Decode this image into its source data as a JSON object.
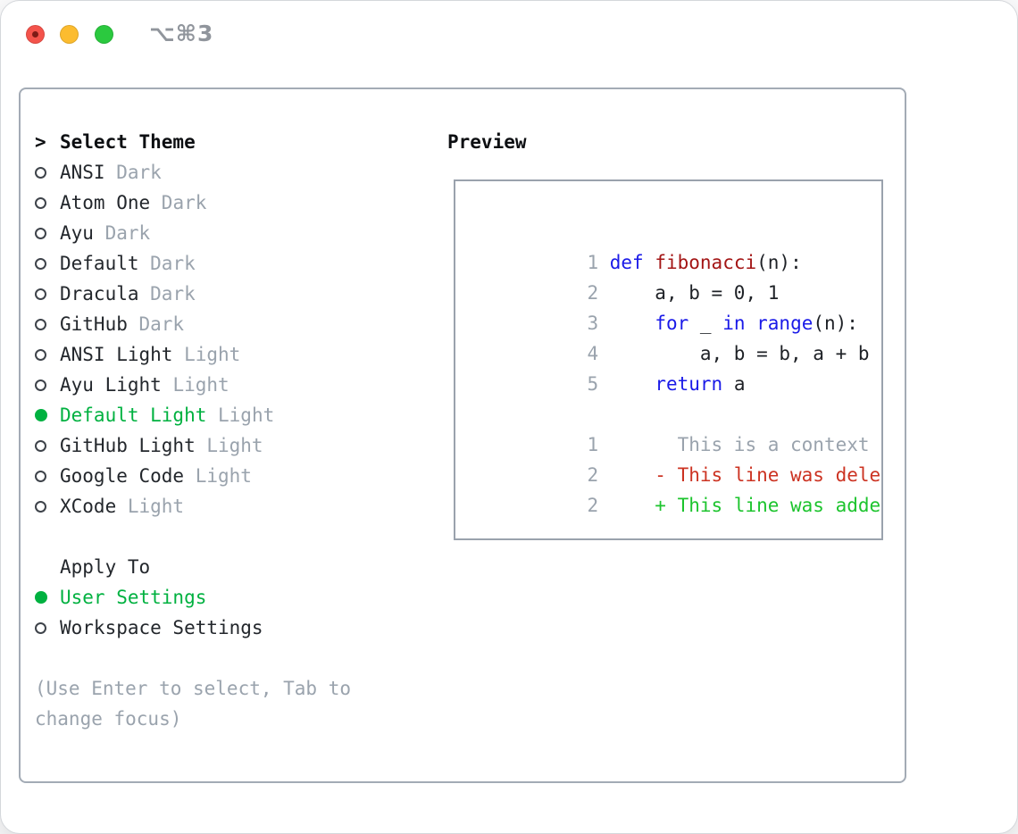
{
  "window": {
    "shortcut": "⌥⌘3"
  },
  "theme_picker": {
    "cursor": ">",
    "title": "Select Theme",
    "items": [
      {
        "name": "ANSI",
        "variant": "Dark",
        "selected": false
      },
      {
        "name": "Atom One",
        "variant": "Dark",
        "selected": false
      },
      {
        "name": "Ayu",
        "variant": "Dark",
        "selected": false
      },
      {
        "name": "Default",
        "variant": "Dark",
        "selected": false
      },
      {
        "name": "Dracula",
        "variant": "Dark",
        "selected": false
      },
      {
        "name": "GitHub",
        "variant": "Dark",
        "selected": false
      },
      {
        "name": "ANSI Light",
        "variant": "Light",
        "selected": false
      },
      {
        "name": "Ayu Light",
        "variant": "Light",
        "selected": false
      },
      {
        "name": "Default Light",
        "variant": "Light",
        "selected": true
      },
      {
        "name": "GitHub Light",
        "variant": "Light",
        "selected": false
      },
      {
        "name": "Google Code",
        "variant": "Light",
        "selected": false
      },
      {
        "name": "XCode",
        "variant": "Light",
        "selected": false
      }
    ],
    "apply_to": {
      "title": "Apply To",
      "options": [
        {
          "name": "User Settings",
          "selected": true
        },
        {
          "name": "Workspace Settings",
          "selected": false
        }
      ]
    },
    "hint": "(Use Enter to select, Tab to change focus)"
  },
  "preview": {
    "title": "Preview",
    "code_lines": [
      {
        "num": "1",
        "tokens": [
          {
            "t": " ",
            "c": "pl"
          },
          {
            "t": "def",
            "c": "kw"
          },
          {
            "t": " ",
            "c": "pl"
          },
          {
            "t": "fibonacci",
            "c": "fn"
          },
          {
            "t": "(n):",
            "c": "pl"
          }
        ]
      },
      {
        "num": "2",
        "tokens": [
          {
            "t": "     a, b = 0, 1",
            "c": "pl"
          }
        ]
      },
      {
        "num": "3",
        "tokens": [
          {
            "t": "     ",
            "c": "pl"
          },
          {
            "t": "for",
            "c": "kw"
          },
          {
            "t": " _ ",
            "c": "pl"
          },
          {
            "t": "in",
            "c": "kw"
          },
          {
            "t": " ",
            "c": "pl"
          },
          {
            "t": "range",
            "c": "kw"
          },
          {
            "t": "(n):",
            "c": "pl"
          }
        ]
      },
      {
        "num": "4",
        "tokens": [
          {
            "t": "         a, b = b, a + b",
            "c": "pl"
          }
        ]
      },
      {
        "num": "5",
        "tokens": [
          {
            "t": "     ",
            "c": "pl"
          },
          {
            "t": "return",
            "c": "kw"
          },
          {
            "t": " a",
            "c": "pl"
          }
        ]
      }
    ],
    "diff_lines": [
      {
        "num": "1",
        "tokens": [
          {
            "t": "       This is a context line.",
            "c": "ctx"
          }
        ]
      },
      {
        "num": "2",
        "tokens": [
          {
            "t": "     - This line was deleted.",
            "c": "del"
          }
        ]
      },
      {
        "num": "2",
        "tokens": [
          {
            "t": "     + This line was added.",
            "c": "add"
          }
        ]
      }
    ]
  },
  "colors": {
    "selection_green": "#00b140",
    "added_green": "#1dc42e",
    "deleted_red": "#cc3322",
    "keyword_blue": "#1a1ae8",
    "function_maroon": "#a31515",
    "muted_gray": "#9aa3ad",
    "panel_border": "#a3abb5",
    "traffic_red": "#f4534b",
    "traffic_yellow": "#fcbc2f",
    "traffic_green": "#2bc93f"
  }
}
